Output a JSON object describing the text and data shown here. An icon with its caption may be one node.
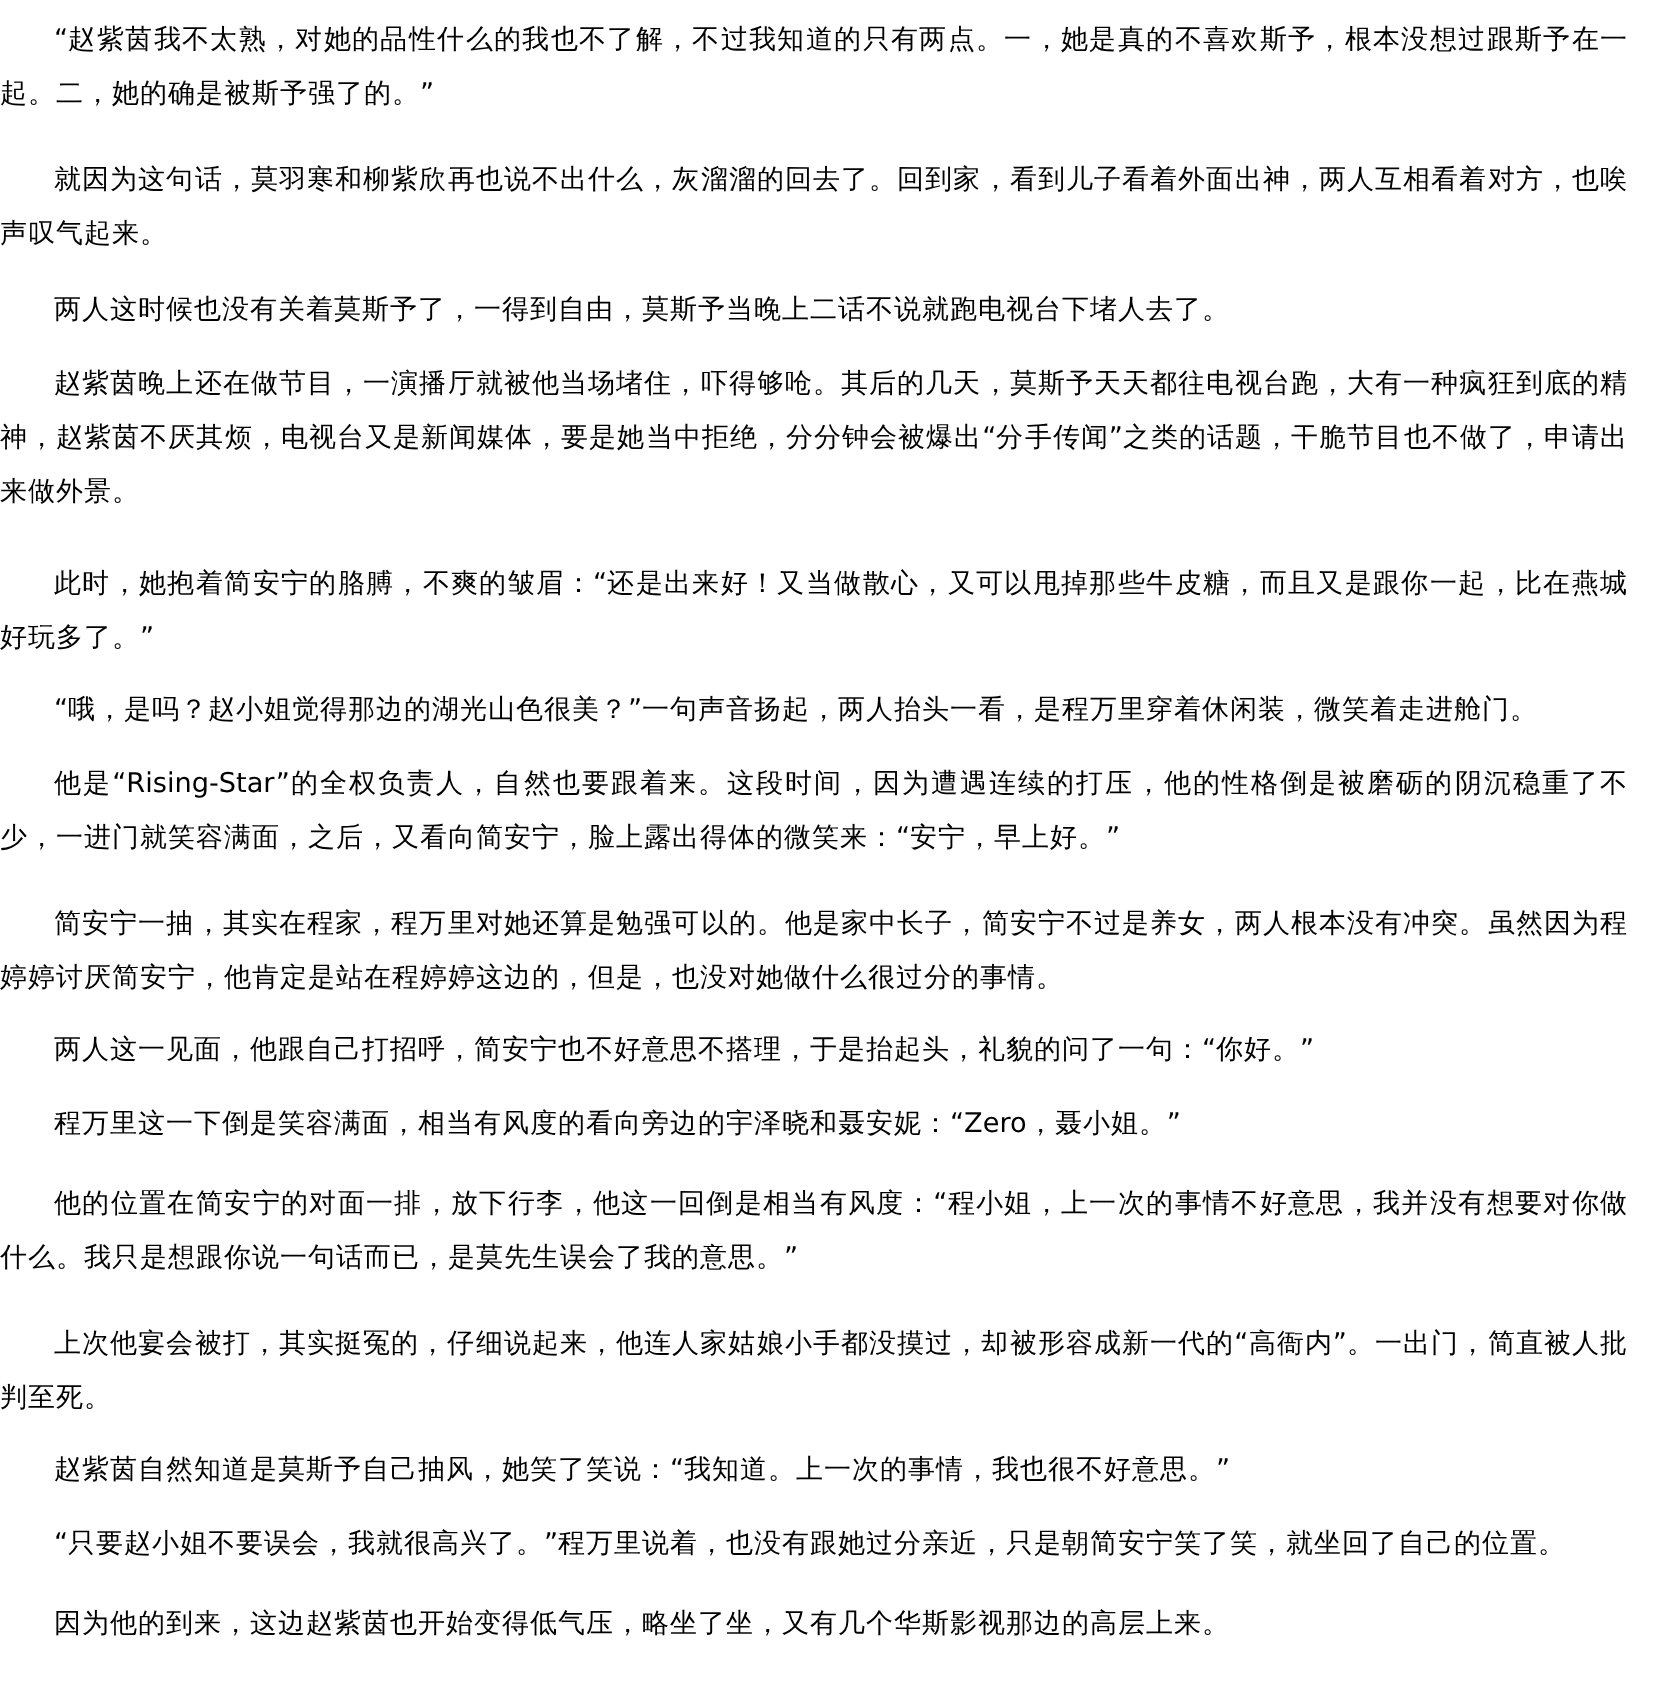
{
  "diagram": {
    "labels": [
      "“赵紫茵我不太熟，对她的品性什么的我也不了解，不过我知道的只有两点。一，她是真的不喜欢斯予，根本没想过跟斯予在一起。二，她的确是被斯予强了的。”",
      "就因为这句话，莫羽寒和柳紫欣再也说不出什么，灰溜溜的回去了。回到家，看到儿子看着外面出神，两人互相看着对方，也唉声叹气起来。",
      "两人这时候也没有关着莫斯予了，一得到自由，莫斯予当晚上二话不说就跑电视台下堵人去了。",
      "赵紫茵晚上还在做节目，一演播厅就被他当场堵住，吓得够呛。其后的几天，莫斯予天天都往电视台跑，大有一种疯狂到底的精神，赵紫茵不厌其烦，电视台又是新闻媒体，要是她当中拒绝，分分钟会被爆出“分手传闻”之类的话题，干脆节目也不做了，申请出来做外景。",
      "此时，她抱着简安宁的胳膊，不爽的皱眉：“还是出来好！又当做散心，又可以甩掉那些牛皮糖，而且又是跟你一起，比在燕城好玩多了。”",
      "“哦，是吗？赵小姐觉得那边的湖光山色很美？”一句声音扬起，两人抬头一看，是程万里穿着休闲装，微笑着走进舱门。",
      "他是“Rising-Star”的全权负责人，自然也要跟着来。这段时间，因为遭遇连续的打压，他的性格倒是被磨砺的阴沉稳重了不少，一进门就笑容满面，之后，又看向简安宁，脸上露出得体的微笑来：“安宁，早上好。”",
      "简安宁一抽，其实在程家，程万里对她还算是勉强可以的。他是家中长子，简安宁不过是养女，两人根本没有冲突。虽然因为程婷婷讨厌简安宁，他肯定是站在程婷婷这边的，但是，也没对她做什么很过分的事情。",
      "两人这一见面，他跟自己打招呼，简安宁也不好意思不搭理，于是抬起头，礼貌的问了一句：“你好。”",
      "程万里这一下倒是笑容满面，相当有风度的看向旁边的宇泽晓和聂安妮：“Zero，聂小姐。”",
      "他的位置在简安宁的对面一排，放下行李，他这一回倒是相当有风度：“程小姐，上一次的事情不好意思，我并没有想要对你做什么。我只是想跟你说一句话而已，是莫先生误会了我的意思。”",
      "上次他宴会被打，其实挺冤的，仔细说起来，他连人家姑娘小手都没摸过，却被形容成新一代的“高衙内”。一出门，简直被人批判至死。",
      "赵紫茵自然知道是莫斯予自己抽风，她笑了笑说：“我知道。上一次的事情，我也很不好意思。”",
      "“只要赵小姐不要误会，我就很高兴了。”程万里说着，也没有跟她过分亲近，只是朝简安宁笑了笑，就坐回了自己的位置。",
      "因为他的到来，这边赵紫茵也开始变得低气压，略坐了坐，又有几个华斯影视那边的高层上来。"
    ]
  }
}
